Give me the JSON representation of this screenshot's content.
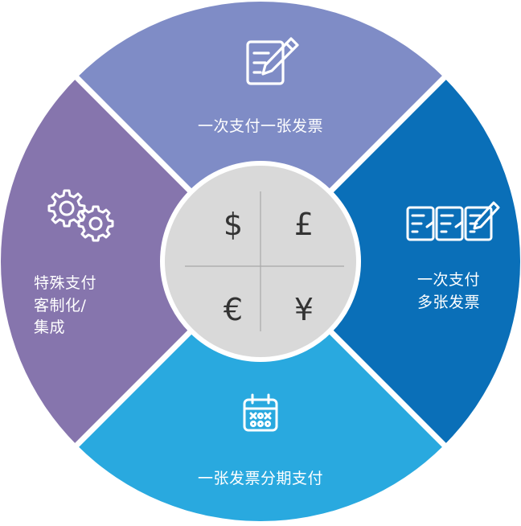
{
  "diagram": {
    "segments": {
      "top": {
        "lines": [
          "一次支付一张发票"
        ],
        "icon": "edit-document-icon",
        "color": "#7f8cc6"
      },
      "right": {
        "lines": [
          "一次支付",
          "多张发票"
        ],
        "icon": "multiple-documents-icon",
        "color": "#0a6fb8"
      },
      "bottom": {
        "lines": [
          "一张发票分期支付"
        ],
        "icon": "calendar-icon",
        "color": "#29a9df"
      },
      "left": {
        "lines": [
          "特殊支付",
          "客制化/",
          "集成"
        ],
        "icon": "gears-icon",
        "color": "#8675ad"
      }
    },
    "center": {
      "color": "#d9d9d9",
      "symbols": [
        "$",
        "£",
        "€",
        "¥"
      ]
    }
  }
}
